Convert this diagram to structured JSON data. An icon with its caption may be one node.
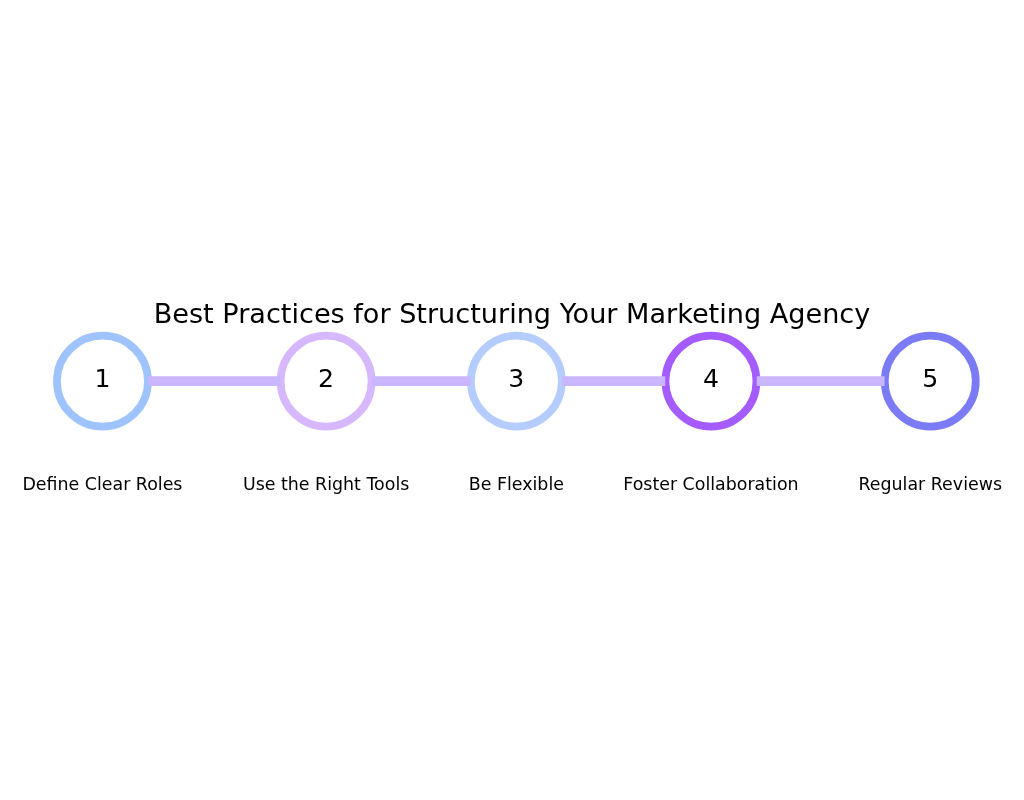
{
  "diagram": {
    "title": "Best Practices for Structuring Your Marketing Agency",
    "nodes": [
      {
        "text": [
          "1"
        ],
        "beside": [
          "Define Clear Roles"
        ]
      },
      {
        "text": [
          "2"
        ],
        "beside": [
          "Use the Right Tools"
        ]
      },
      {
        "text": [
          "3"
        ],
        "beside": [
          "Be Flexible"
        ]
      },
      {
        "text": [
          "4"
        ],
        "beside": [
          "Foster Collaboration"
        ]
      },
      {
        "text": [
          "5"
        ],
        "beside": [
          "Regular Reviews"
        ]
      }
    ],
    "edges": [
      {
        "from": 0,
        "to": 1,
        "arrow": "none"
      },
      {
        "from": 1,
        "to": 2,
        "arrow": "none"
      },
      {
        "from": 2,
        "to": 3,
        "arrow": "none"
      },
      {
        "from": 3,
        "to": 4,
        "arrow": "none"
      }
    ]
  }
}
